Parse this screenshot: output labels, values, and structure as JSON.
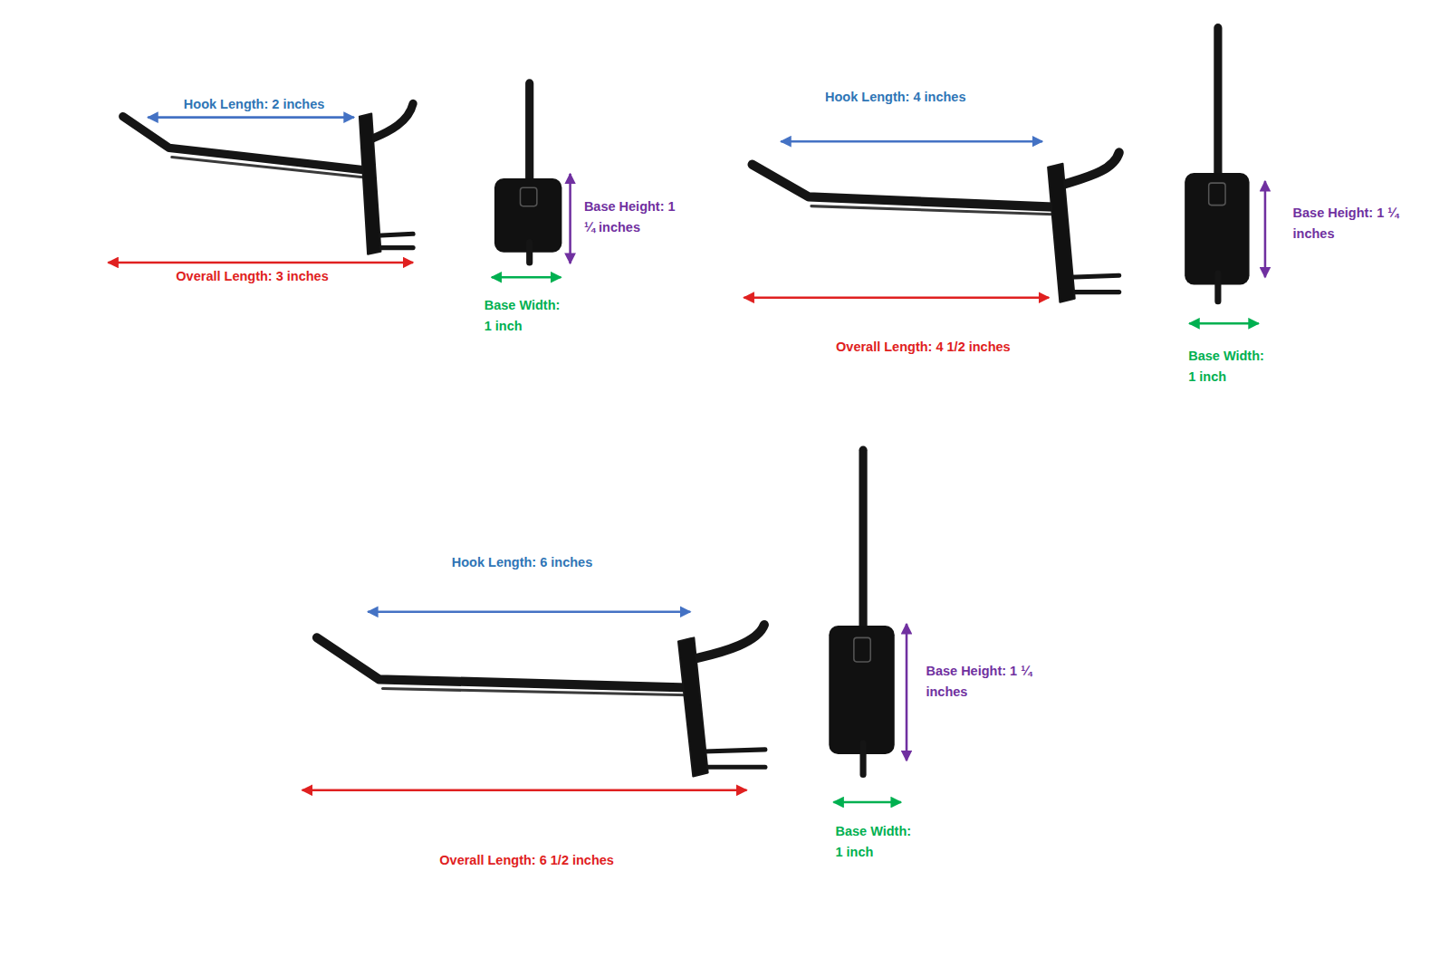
{
  "diagram": {
    "labels": [
      "Hook Length: 2 inches",
      "Base Height: 1 ¼ inches",
      "Overall Length: 3 inches",
      "Base Width: 1 inch",
      "Hook Length: 4 inches",
      "Base Height: 1 ¼ inches",
      "Overall Length: 4 1/2 inches",
      "Base Width: 1 inch",
      "Hook Length: 6 inches",
      "Base Height: 1 ¼ inches",
      "Base Width: 1 inch",
      "Overall Length: 6 1/2 inches"
    ]
  }
}
